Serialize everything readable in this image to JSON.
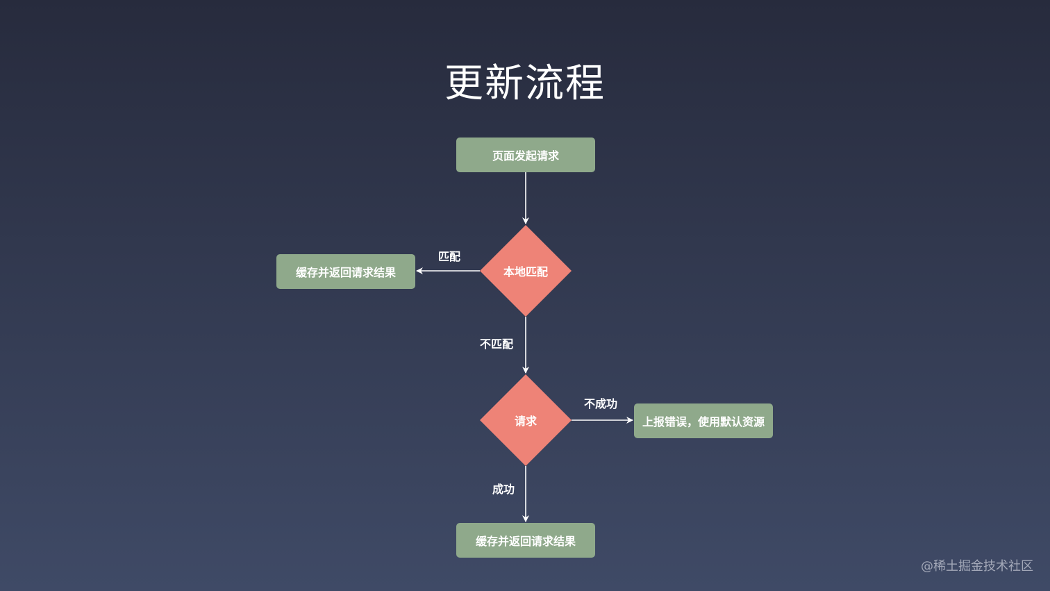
{
  "title": "更新流程",
  "nodes": {
    "start": {
      "label": "页面发起请求"
    },
    "local_match": {
      "label": "本地匹配"
    },
    "cache_left": {
      "label": "缓存并返回请求结果"
    },
    "request": {
      "label": "请求"
    },
    "report_error": {
      "label": "上报错误，使用默认资源"
    },
    "cache_bottom": {
      "label": "缓存并返回请求结果"
    }
  },
  "edges": {
    "match": "匹配",
    "no_match": "不匹配",
    "fail": "不成功",
    "success": "成功"
  },
  "colors": {
    "process_box": "#8fa98b",
    "decision": "#ee8377",
    "connector": "#ffffff"
  },
  "watermark": "@稀土掘金技术社区"
}
